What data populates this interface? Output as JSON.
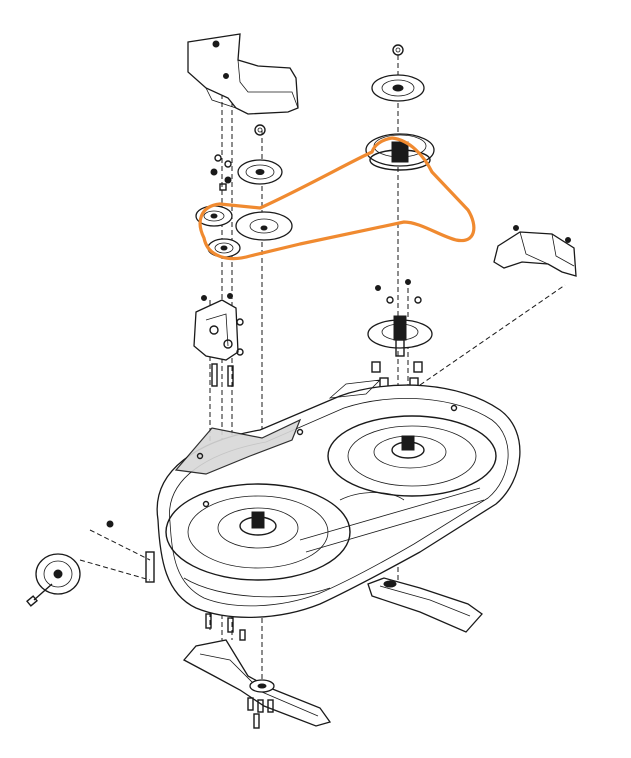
{
  "colors": {
    "background": "#ffffff",
    "line_art": "#1a1a1a",
    "belt_highlight": "#f08a30"
  },
  "parts": [
    {
      "name": "belt-cover-shield"
    },
    {
      "name": "deck-housing"
    },
    {
      "name": "blade-spindle-left"
    },
    {
      "name": "blade-spindle-right"
    },
    {
      "name": "cutting-blade-left"
    },
    {
      "name": "cutting-blade-right"
    },
    {
      "name": "idler-pulley-top"
    },
    {
      "name": "idler-pulley-flat"
    },
    {
      "name": "drive-belt"
    },
    {
      "name": "gauge-wheel"
    },
    {
      "name": "idler-bracket"
    },
    {
      "name": "deflector-bracket"
    }
  ]
}
